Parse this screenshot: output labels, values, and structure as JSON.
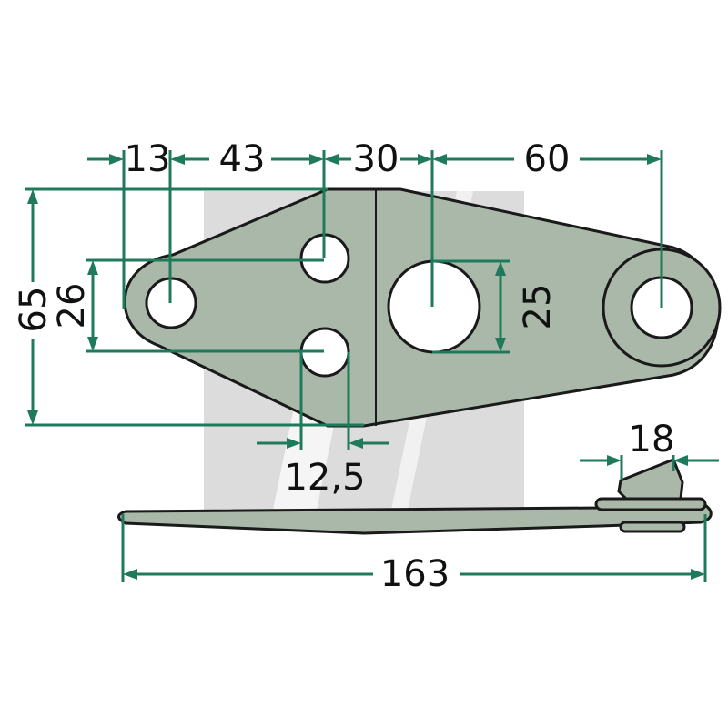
{
  "drawing": {
    "dimensions": {
      "d13": "13",
      "d43": "43",
      "d30": "30",
      "d60": "60",
      "d65": "65",
      "d26": "26",
      "d25": "25",
      "d12_5": "12,5",
      "d18": "18",
      "d163": "163"
    },
    "colors": {
      "dimension_line": "#1f7a5c",
      "part_fill": "#a9b8a8",
      "outline": "#1a1a1a",
      "watermark": "#dcdcdc"
    }
  }
}
